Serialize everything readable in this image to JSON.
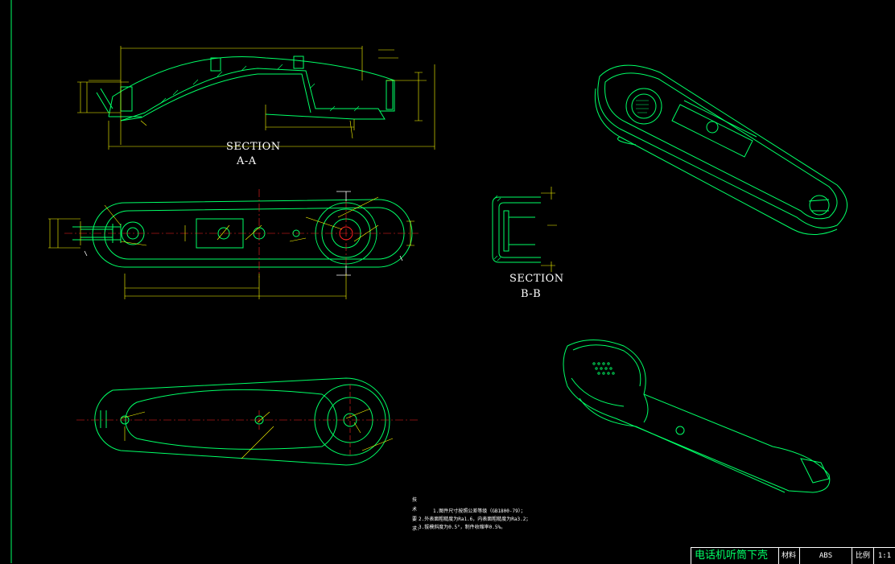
{
  "drawing": {
    "section_aa": {
      "title": "SECTION",
      "label": "A-A"
    },
    "section_bb": {
      "title": "SECTION",
      "label": "B-B"
    },
    "notes": {
      "heading": "技术要求:",
      "lines": [
        "1.图件尺寸按照公差等级（GB1800-79）；",
        "2.外表面粗糙度为Ra1.6，内表面粗糙度为Ra3.2；",
        "3.拔模斜度为0.5°，制件收缩率0.5%。"
      ]
    },
    "title_block": {
      "title": "电话机听筒下壳",
      "material_label": "材料",
      "material_value": "ABS",
      "scale_label": "比例",
      "scale_value": "1:1"
    },
    "colors": {
      "background": "#000000",
      "geometry": "#00ff66",
      "dimension": "#ffff00",
      "centerline": "#ff2020",
      "text": "#ffffff",
      "frame": "#00ff66"
    }
  }
}
